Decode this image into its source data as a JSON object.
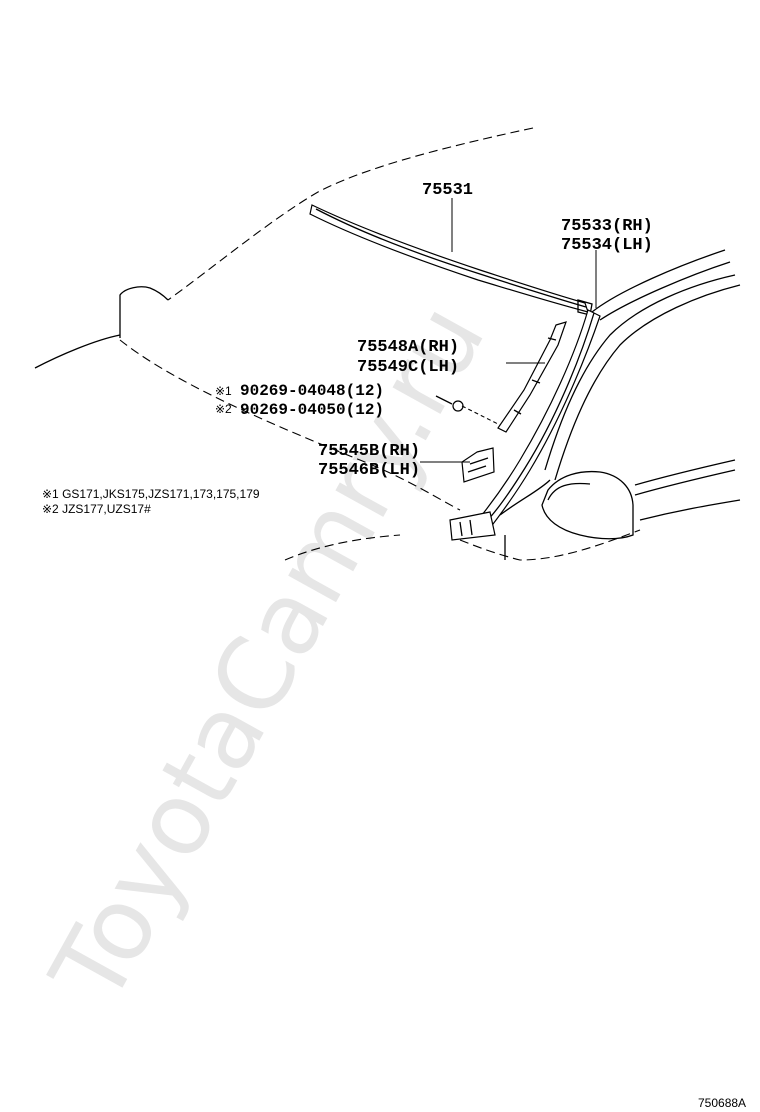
{
  "watermark": "ToyotaCamry.ru",
  "callouts": {
    "p75531": "75531",
    "p75533": "75533(RH)",
    "p75534": "75534(LH)",
    "p75548": "75548A(RH)",
    "p75549": "75549C(LH)",
    "clip1_mark": "※1",
    "clip1": "90269-04048(12)",
    "clip2_mark": "※2",
    "clip2": "90269-04050(12)",
    "p75545": "75545B(RH)",
    "p75546": "75546B(LH)"
  },
  "notes": {
    "n1": "※1 GS171,JKS175,JZS171,173,175,179",
    "n2": "※2 JZS177,UZS17#"
  },
  "diagram_ref": "750688A"
}
